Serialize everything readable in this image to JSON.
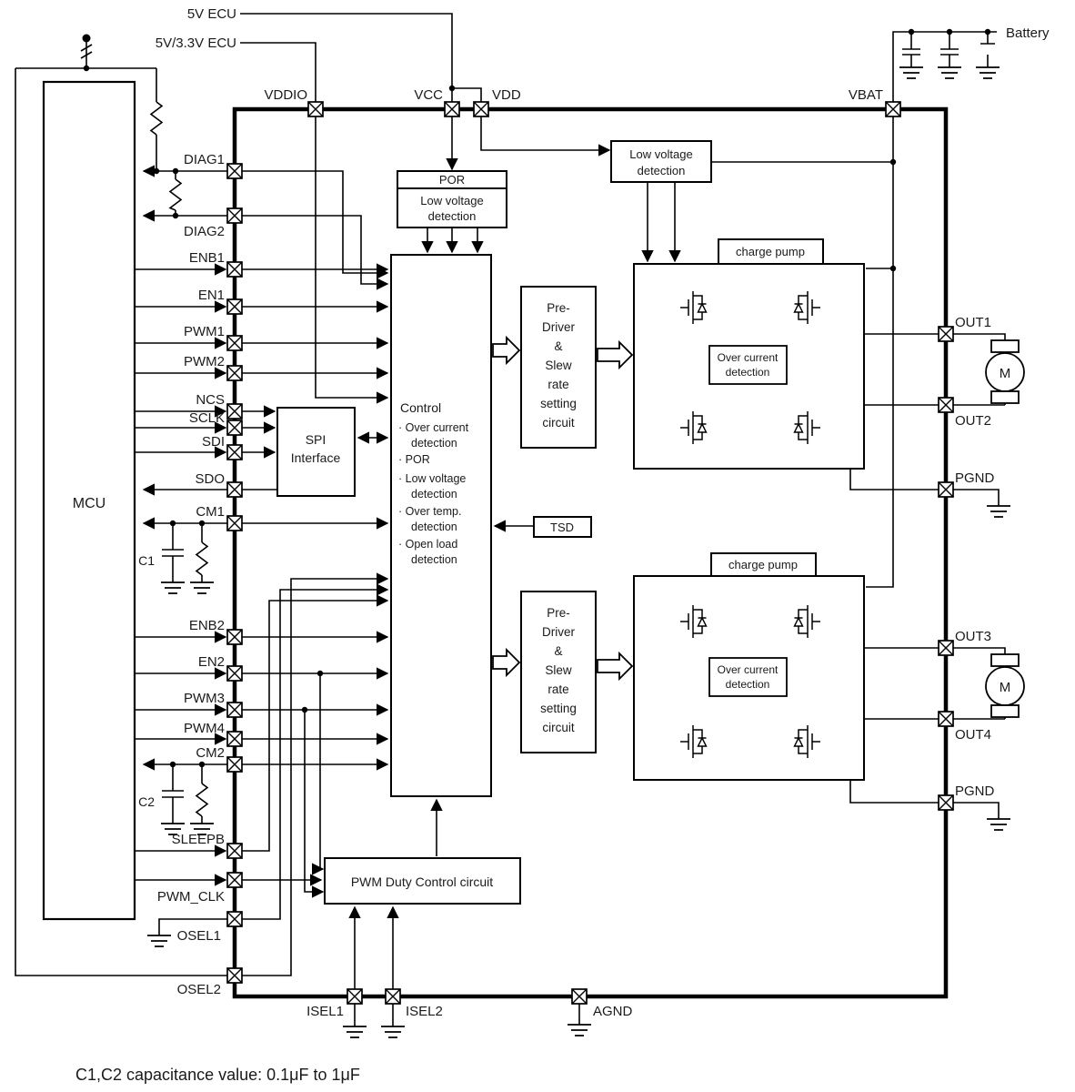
{
  "note": "C1,C2 capacitance value: 0.1μF to 1μF",
  "external": {
    "ecu5": "5V ECU",
    "ecu533": "5V/3.3V ECU",
    "battery": "Battery",
    "mcu": "MCU",
    "c1": "C1",
    "c2": "C2",
    "motor": "M"
  },
  "pins": {
    "vddio": "VDDIO",
    "vcc": "VCC",
    "vdd": "VDD",
    "vbat": "VBAT",
    "diag1": "DIAG1",
    "diag2": "DIAG2",
    "enb1": "ENB1",
    "en1": "EN1",
    "pwm1": "PWM1",
    "pwm2": "PWM2",
    "ncs": "NCS",
    "sclk": "SCLK",
    "sdi": "SDI",
    "sdo": "SDO",
    "cm1": "CM1",
    "enb2": "ENB2",
    "en2": "EN2",
    "pwm3": "PWM3",
    "pwm4": "PWM4",
    "cm2": "CM2",
    "sleepb": "SLEEPB",
    "pwm_clk": "PWM_CLK",
    "osel1": "OSEL1",
    "osel2": "OSEL2",
    "isel1": "ISEL1",
    "isel2": "ISEL2",
    "agnd": "AGND",
    "out1": "OUT1",
    "out2": "OUT2",
    "pgnd": "PGND",
    "out3": "OUT3",
    "out4": "OUT4"
  },
  "blocks": {
    "por": "POR",
    "lvd1": "Low voltage",
    "lvd2": "detection",
    "charge_pump": "charge pump",
    "spi1": "SPI",
    "spi2": "Interface",
    "tsd": "TSD",
    "pwm_duty": "PWM Duty Control circuit",
    "ocd1": "Over current",
    "ocd2": "detection",
    "control": "Control",
    "control_lines": [
      "· Over current",
      "detection",
      "· POR",
      "· Low voltage",
      "detection",
      "· Over temp.",
      "detection",
      "· Open load",
      "detection"
    ],
    "predriver_lines": [
      "Pre-",
      "Driver",
      "&",
      "Slew",
      "rate",
      "setting",
      "circuit"
    ]
  }
}
